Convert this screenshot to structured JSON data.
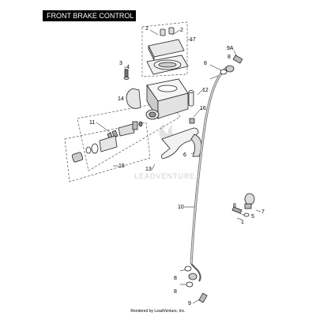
{
  "title": "FRONT BRAKE CONTROL",
  "watermark": "LEADVENTURE",
  "footer": "Rendered by LeadVenture, Inc.",
  "callouts": {
    "c2a": "2",
    "c2b": "2",
    "c17": "17",
    "c3": "3",
    "c4": "4",
    "c14": "14",
    "c9a": "9A",
    "c8a": "8",
    "c8b": "8",
    "c12": "12",
    "c16": "16",
    "c11": "11",
    "c6": "6",
    "c13": "13",
    "c15": "15",
    "c10": "10",
    "c8c": "8",
    "c5": "5",
    "c7": "7",
    "c1": "1",
    "c8d": "8",
    "c8e": "8",
    "c9": "9"
  }
}
